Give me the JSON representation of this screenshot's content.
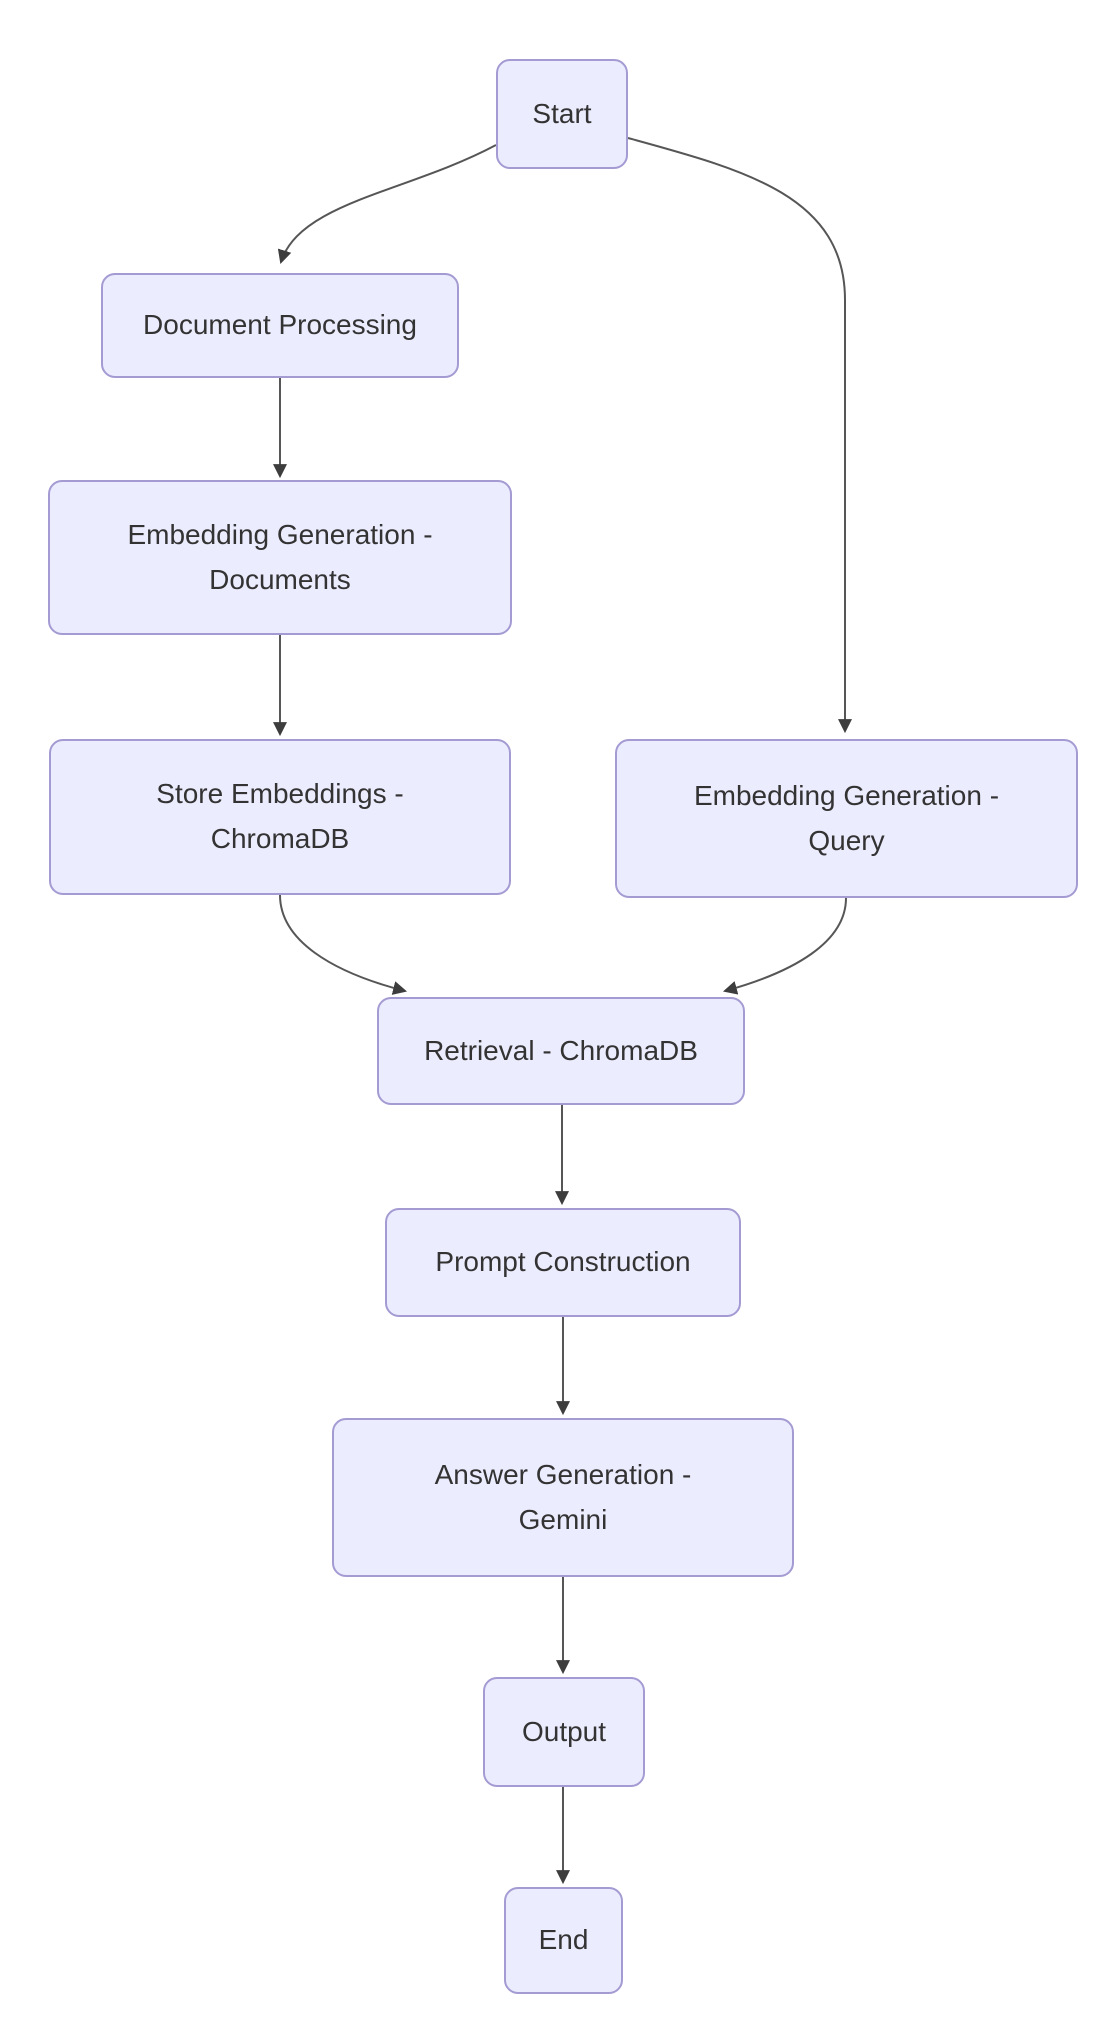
{
  "diagram": {
    "type": "flowchart",
    "direction": "top-down",
    "colors": {
      "background": "#ffffff",
      "node_fill": "#ECECFF",
      "node_border": "#a49bd3",
      "edge_stroke": "#565656",
      "arrowhead_fill": "#3d3d3d",
      "label_text": "#333333"
    },
    "nodes": [
      {
        "id": "start",
        "label": "Start",
        "lines": [
          "Start"
        ]
      },
      {
        "id": "doc",
        "label": "Document Processing",
        "lines": [
          "Document Processing"
        ]
      },
      {
        "id": "embed_docs",
        "label": "Embedding Generation - Documents",
        "lines": [
          "Embedding Generation -",
          "Documents"
        ]
      },
      {
        "id": "store",
        "label": "Store Embeddings - ChromaDB",
        "lines": [
          "Store Embeddings -",
          "ChromaDB"
        ]
      },
      {
        "id": "query",
        "label": "Embedding Generation - Query",
        "lines": [
          "Embedding Generation -",
          "Query"
        ]
      },
      {
        "id": "retrieval",
        "label": "Retrieval - ChromaDB",
        "lines": [
          "Retrieval - ChromaDB"
        ]
      },
      {
        "id": "prompt",
        "label": "Prompt Construction",
        "lines": [
          "Prompt Construction"
        ]
      },
      {
        "id": "answer",
        "label": "Answer Generation - Gemini",
        "lines": [
          "Answer Generation -",
          "Gemini"
        ]
      },
      {
        "id": "output",
        "label": "Output",
        "lines": [
          "Output"
        ]
      },
      {
        "id": "end",
        "label": "End",
        "lines": [
          "End"
        ]
      }
    ],
    "edges": [
      {
        "from": "start",
        "to": "doc"
      },
      {
        "from": "start",
        "to": "query"
      },
      {
        "from": "doc",
        "to": "embed_docs"
      },
      {
        "from": "embed_docs",
        "to": "store"
      },
      {
        "from": "store",
        "to": "retrieval"
      },
      {
        "from": "query",
        "to": "retrieval"
      },
      {
        "from": "retrieval",
        "to": "prompt"
      },
      {
        "from": "prompt",
        "to": "answer"
      },
      {
        "from": "answer",
        "to": "output"
      },
      {
        "from": "output",
        "to": "end"
      }
    ]
  }
}
